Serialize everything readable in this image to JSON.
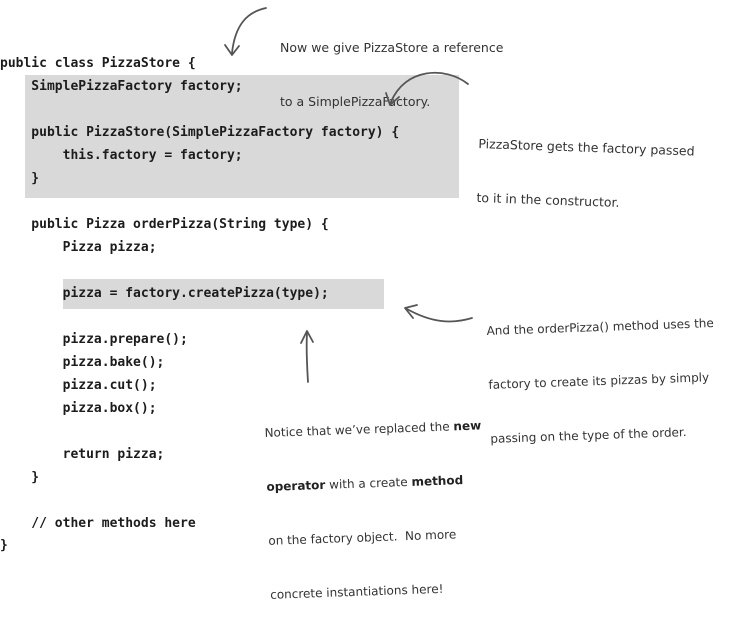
{
  "code": {
    "lines": [
      "public class PizzaStore {",
      "    SimplePizzaFactory factory;",
      "",
      "    public PizzaStore(SimplePizzaFactory factory) {",
      "        this.factory = factory;",
      "    }",
      "",
      "    public Pizza orderPizza(String type) {",
      "        Pizza pizza;",
      "",
      "        pizza = factory.createPizza(type);",
      "",
      "        pizza.prepare();",
      "        pizza.bake();",
      "        pizza.cut();",
      "        pizza.box();",
      "",
      "        return pizza;",
      "    }",
      "",
      "    // other methods here",
      "}"
    ]
  },
  "annotations": {
    "top": {
      "line1": "Now we give PizzaStore a reference",
      "line2": "to a SimplePizzaFactory."
    },
    "constructor": {
      "line1": "PizzaStore gets the factory passed",
      "line2": "to it in the constructor."
    },
    "order": {
      "line1": "And the orderPizza() method uses the",
      "line2": "factory to create its pizzas by simply",
      "line3": "passing on the type of the order."
    },
    "notice": {
      "l1a": "Notice that we’ve replaced the ",
      "l1b": "new",
      "l2a": "operator",
      "l2b": " with a create ",
      "l2c": "method",
      "l3": "on the factory object.  No more",
      "l4": "concrete instantiations here!"
    }
  }
}
